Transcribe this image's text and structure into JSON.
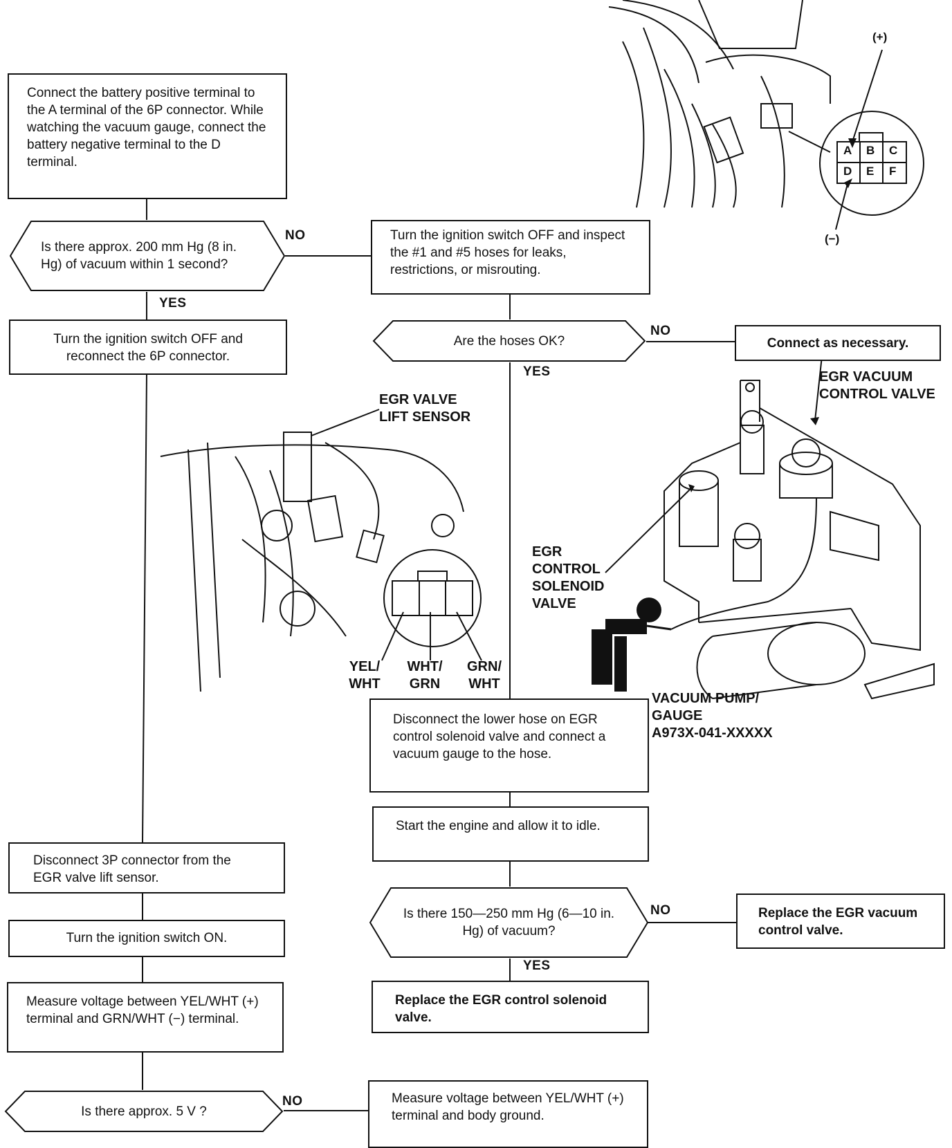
{
  "steps": {
    "s1": "Connect the battery positive terminal to the A terminal of the 6P connector. While watching the vacuum gauge, connect the battery negative terminal to the D terminal.",
    "d1": "Is there approx. 200 mm Hg (8 in. Hg) of vacuum within 1 second?",
    "s2": "Turn the ignition switch OFF and reconnect the 6P connector.",
    "s3": "Turn the ignition switch OFF and inspect the #1 and #5 hoses for leaks, restrictions, or misrouting.",
    "d2": "Are the hoses OK?",
    "s4": "Connect as necessary.",
    "s5": "Disconnect the lower hose on EGR control solenoid valve and connect a vacuum gauge to the hose.",
    "s6": "Start the engine and allow it to idle.",
    "d3": "Is there 150—250 mm Hg (6—10 in. Hg) of vacuum?",
    "s7": "Replace the EGR vacuum control valve.",
    "s8": "Replace the EGR control solenoid valve.",
    "s9": "Disconnect 3P connector from the EGR valve lift sensor.",
    "s10": "Turn the ignition switch ON.",
    "s11": "Measure voltage between YEL/WHT (+) terminal and GRN/WHT (−) terminal.",
    "d4": "Is there approx. 5 V ?",
    "s12": "Measure voltage between YEL/WHT (+) terminal and body ground."
  },
  "branch_labels": {
    "no": "NO",
    "yes": "YES"
  },
  "callouts": {
    "lift_sensor": [
      "EGR VALVE",
      "LIFT SENSOR"
    ],
    "vacuum_control": [
      "EGR VACUUM",
      "CONTROL VALVE"
    ],
    "control_solenoid": [
      "EGR",
      "CONTROL",
      "SOLENOID",
      "VALVE"
    ],
    "vacuum_pump": [
      "VACUUM PUMP/",
      "GAUGE",
      "A973X-041-XXXXX"
    ]
  },
  "wires": {
    "w1": [
      "YEL/",
      "WHT"
    ],
    "w2": [
      "WHT/",
      "GRN"
    ],
    "w3": [
      "GRN/",
      "WHT"
    ]
  },
  "connector_6p": {
    "pins_top": [
      "A",
      "B",
      "C"
    ],
    "pins_bottom": [
      "D",
      "E",
      "F"
    ],
    "plus": "(+)",
    "minus": "(−)"
  }
}
